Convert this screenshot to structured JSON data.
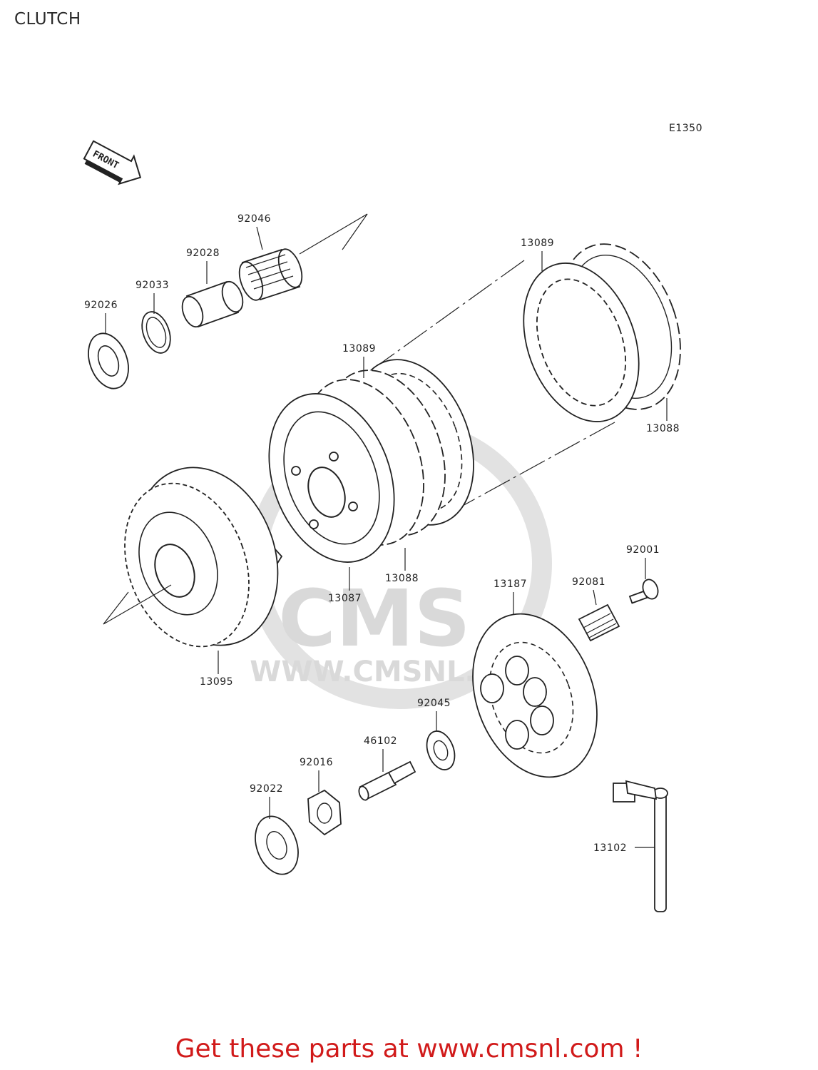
{
  "page": {
    "title": "CLUTCH"
  },
  "diagram": {
    "code": "E1350",
    "front_label": "FRONT",
    "watermark_logo": "CMS",
    "watermark_url": "WWW.CMSNL.COM",
    "parts": {
      "p92046": "92046",
      "p92028": "92028",
      "p92033": "92033",
      "p92026": "92026",
      "p13089_top": "13089",
      "p13089_mid": "13089",
      "p13088_right": "13088",
      "p13088_mid": "13088",
      "p13087": "13087",
      "p13095": "13095",
      "p92001": "92001",
      "p92081": "92081",
      "p13187": "13187",
      "p92045": "92045",
      "p46102": "46102",
      "p92016": "92016",
      "p92022": "92022",
      "p13102": "13102"
    }
  },
  "footer": {
    "promo": "Get these parts at www.cmsnl.com !"
  },
  "colors": {
    "promo": "#d11a1a",
    "line": "#222222",
    "watermark": "#d9d9d9"
  }
}
